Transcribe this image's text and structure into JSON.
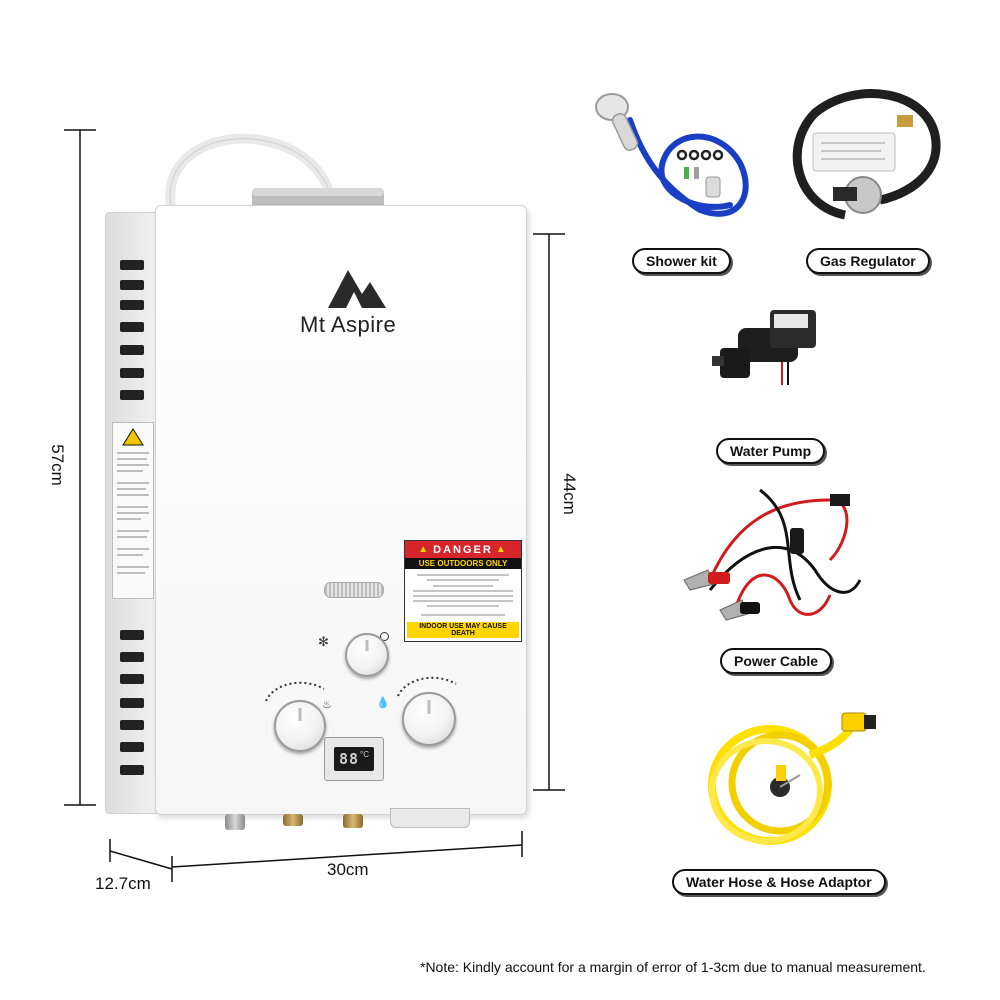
{
  "product": {
    "brand": "Mt Aspire",
    "display_reading": "88",
    "display_unit": "°C"
  },
  "dimensions": {
    "height_total": "57cm",
    "height_body": "44cm",
    "width": "30cm",
    "depth": "12.7cm"
  },
  "labels": {
    "danger_title": "DANGER",
    "danger_sub": "USE OUTDOORS ONLY",
    "danger_footer": "INDOOR USE MAY CAUSE DEATH"
  },
  "accessories": [
    {
      "label": "Shower kit"
    },
    {
      "label": "Gas Regulator"
    },
    {
      "label": "Water Pump"
    },
    {
      "label": "Power Cable"
    },
    {
      "label": "Water Hose & Hose Adaptor"
    }
  ],
  "footnote": "*Note: Kindly account for a margin of error of 1-3cm due to manual measurement.",
  "colors": {
    "danger_red": "#d7262b",
    "danger_yellow": "#ffd500",
    "hose_yellow": "#ffe000",
    "hose_blue": "#1b3fc4",
    "cable_red": "#d11c1c"
  }
}
